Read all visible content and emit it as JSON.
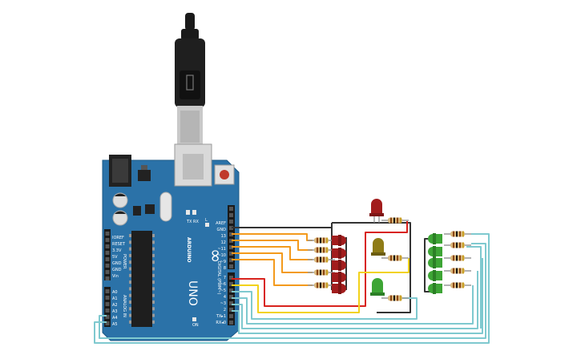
{
  "board": {
    "model": "UNO",
    "brand": "ARDUINO",
    "logo_symbol": "∞",
    "power_header": "POWER",
    "analog_header": "ANALOG IN",
    "digital_header": "DIGITAL (PWM~)",
    "on_label": "ON",
    "l_label": "L",
    "tx_label": "TX",
    "rx_label": "RX",
    "power_pins": [
      "IOREF",
      "RESET",
      "3.3V",
      "5V",
      "GND",
      "GND",
      "Vin"
    ],
    "analog_pins": [
      "A0",
      "A1",
      "A2",
      "A3",
      "A4",
      "A5"
    ],
    "digital_top_pins": [
      "AREF",
      "GND",
      "13",
      "12",
      "~11",
      "~10",
      "~9",
      "8"
    ],
    "digital_bottom_pins": [
      "7",
      "~6",
      "~5",
      "4",
      "~3",
      "2",
      "TX▸1",
      "RX◂0"
    ]
  },
  "colors": {
    "board": "#2b72a8",
    "wire_orange": "#f39a1c",
    "wire_red": "#d8231d",
    "wire_yellow": "#f2d21b",
    "wire_black": "#333333",
    "wire_teal": "#7fc9cf",
    "led_red": "#a21d1d",
    "led_yellow": "#8f7c16",
    "led_green": "#3da535"
  },
  "components": {
    "red_leds_column": 5,
    "traffic_lights": [
      "red",
      "yellow",
      "green"
    ],
    "green_leds_column": 5
  }
}
